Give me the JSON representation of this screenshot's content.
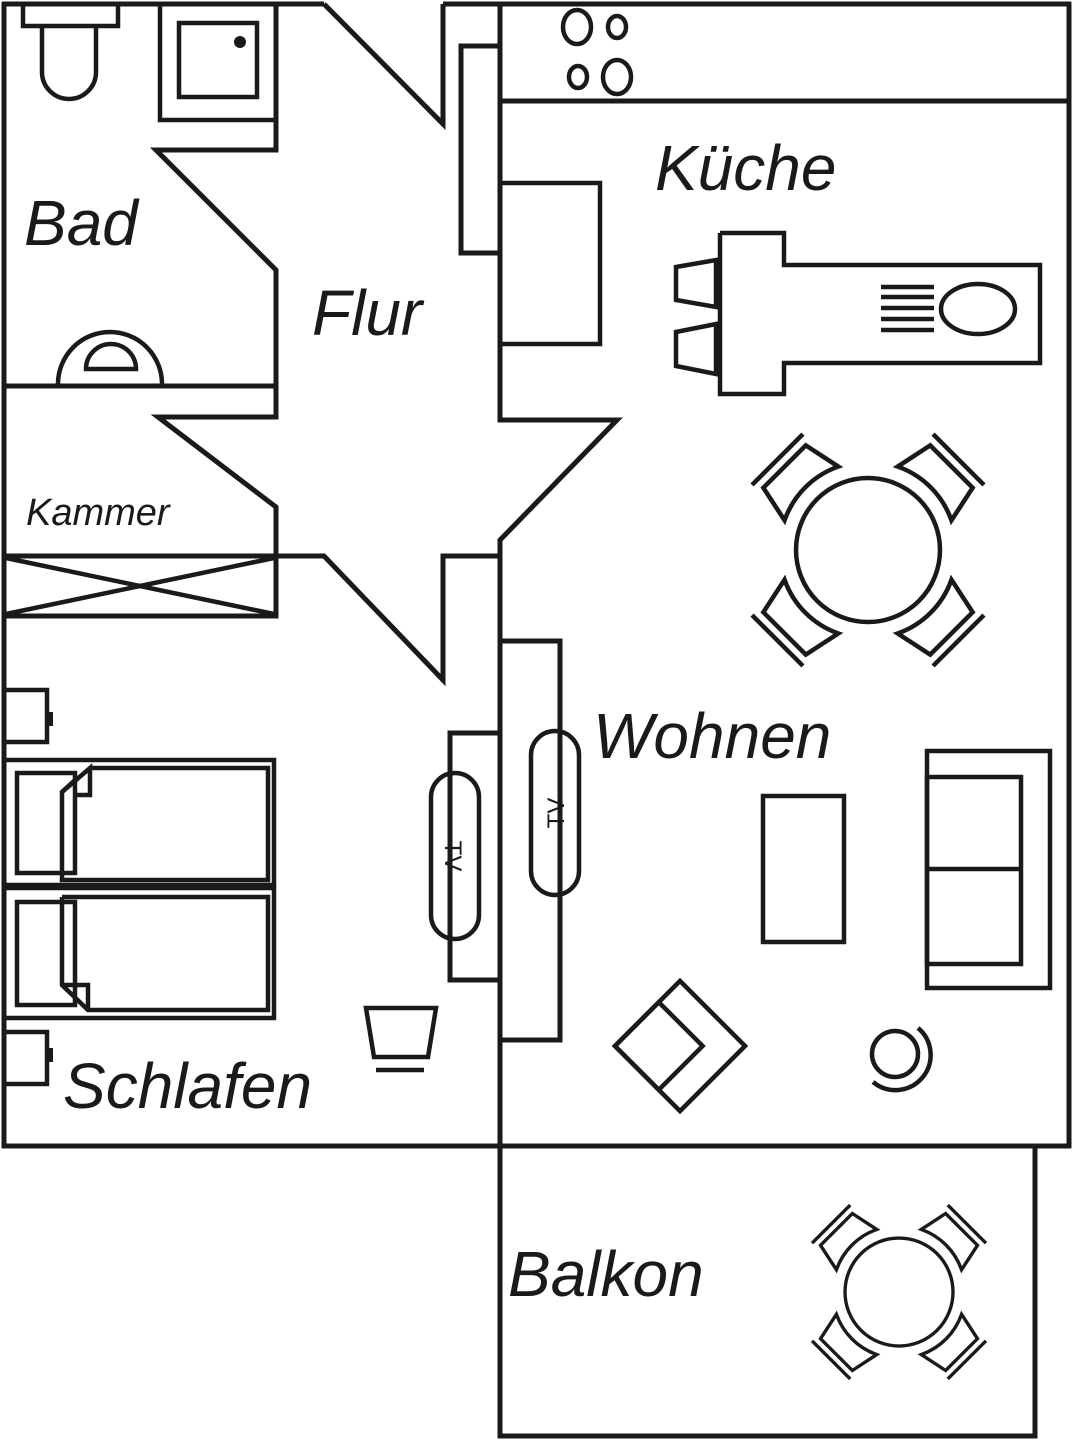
{
  "plan": {
    "title": "Floor plan",
    "line_color": "#1a1a1a",
    "background": "#ffffff",
    "rooms": [
      {
        "id": "bad",
        "label": "Bad"
      },
      {
        "id": "flur",
        "label": "Flur"
      },
      {
        "id": "kueche",
        "label": "Küche"
      },
      {
        "id": "kammer",
        "label": "Kammer"
      },
      {
        "id": "wohnen",
        "label": "Wohnen"
      },
      {
        "id": "schlafen",
        "label": "Schlafen"
      },
      {
        "id": "balkon",
        "label": "Balkon"
      }
    ],
    "tv_labels": {
      "schlafen_tv": "TV",
      "wohnen_tv": "TV"
    },
    "furniture": [
      "toilet",
      "shower-tray",
      "washbasin",
      "stove-4-burners",
      "kitchen-counter",
      "kitchen-sink",
      "dining-table-4-chairs",
      "coffee-table",
      "sofa",
      "armchair",
      "floor-lamp",
      "tv-cabinet-wohnen",
      "tv-cabinet-schlafen",
      "double-bed",
      "nightstand",
      "side-lamp",
      "wardrobe",
      "balcony-table-4-chairs"
    ]
  }
}
